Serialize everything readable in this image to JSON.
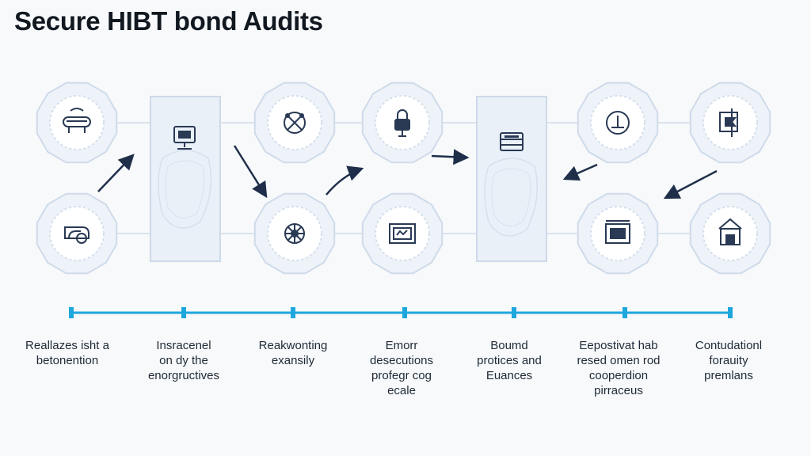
{
  "title": "Secure HIBT bond Audits",
  "colors": {
    "background": "#f7f9fb",
    "node_fill": "#eef3f9",
    "node_stroke": "#cfdbea",
    "icon": "#2a3a55",
    "timeline": "#1ea7dc",
    "arrow": "#1f2f4a"
  },
  "nodes": [
    {
      "id": "n1",
      "icon": "visor-icon"
    },
    {
      "id": "n2",
      "icon": "monitor-icon"
    },
    {
      "id": "n3",
      "icon": "cross-tools-icon"
    },
    {
      "id": "n4",
      "icon": "padlock-icon"
    },
    {
      "id": "n5",
      "icon": "server-icon"
    },
    {
      "id": "n6",
      "icon": "circle-down-icon"
    },
    {
      "id": "n7",
      "icon": "flag-shield-icon"
    },
    {
      "id": "n8",
      "icon": "folder-hand-icon"
    },
    {
      "id": "n9",
      "icon": "gear-wheel-icon"
    },
    {
      "id": "n10",
      "icon": "framed-document-icon"
    },
    {
      "id": "n11",
      "icon": "vault-icon"
    },
    {
      "id": "n12",
      "icon": "building-icon"
    }
  ],
  "steps": [
    {
      "lines": [
        "Reallazes isht a",
        "betonention"
      ]
    },
    {
      "lines": [
        "Insracenel",
        "on dy the",
        "enorgructives"
      ]
    },
    {
      "lines": [
        "Reakwonting",
        "exansily"
      ]
    },
    {
      "lines": [
        "Emorr",
        "desecutions",
        "profegr cog",
        "ecale"
      ]
    },
    {
      "lines": [
        "Boumd",
        "protices and",
        "Euances"
      ]
    },
    {
      "lines": [
        "Eepostivat hab",
        "resed omen rod",
        "cooperdion",
        "pirraceus"
      ]
    },
    {
      "lines": [
        "Contudationl",
        "forauity",
        "premlans"
      ]
    }
  ]
}
